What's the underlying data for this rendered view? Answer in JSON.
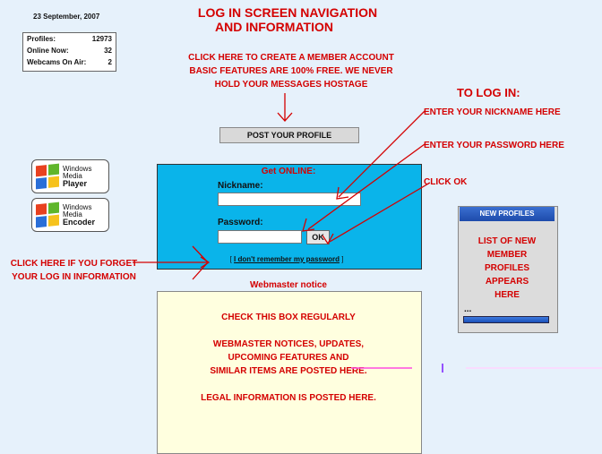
{
  "date": "23 September, 2007",
  "stats": [
    {
      "label": "Profiles:",
      "value": "12973"
    },
    {
      "label": "Online Now:",
      "value": "32"
    },
    {
      "label": "Webcams On Air:",
      "value": "2"
    }
  ],
  "title_line1": "LOG IN SCREEN NAVIGATION",
  "title_line2": "AND INFORMATION",
  "create_note": [
    "CLICK HERE TO CREATE A MEMBER ACCOUNT",
    "BASIC FEATURES ARE 100% FREE. WE NEVER",
    "HOLD YOUR MESSAGES HOSTAGE"
  ],
  "post_profile_label": "POST YOUR PROFILE",
  "to_log_in": "TO LOG IN:",
  "nickname_note": "ENTER YOUR NICKNAME HERE",
  "password_note": "ENTER YOUR PASSWORD HERE",
  "ok_note": "CLICK OK",
  "forget_note": [
    "CLICK HERE IF YOU FORGET",
    "YOUR LOG IN INFORMATION"
  ],
  "wmp_player": {
    "line1": "Windows",
    "line2": "Media",
    "line3": "Player"
  },
  "wmp_encoder": {
    "line1": "Windows",
    "line2": "Media",
    "line3": "Encoder"
  },
  "login": {
    "heading": "Get ONLINE:",
    "nickname_label": "Nickname:",
    "password_label": "Password:",
    "nickname_value": "",
    "password_value": "",
    "ok_label": "OK",
    "forgot_link": "I don't remember my password"
  },
  "webmaster_title": "Webmaster notice",
  "webmaster_lines": [
    "CHECK THIS BOX REGULARLY",
    "WEBMASTER NOTICES, UPDATES,",
    "UPCOMING FEATURES AND",
    "SIMILAR ITEMS ARE POSTED HERE.",
    "LEGAL INFORMATION IS POSTED HERE."
  ],
  "new_profiles_title": "NEW PROFILES",
  "new_profiles_lines": [
    "LIST OF NEW",
    "MEMBER",
    "PROFILES",
    "APPEARS",
    "HERE"
  ],
  "new_profiles_more": "...",
  "colors": {
    "accent_red": "#d40000",
    "login_box": "#0ab4ea",
    "notice_box": "#ffffdf",
    "page_bg": "#e6f1fb"
  }
}
